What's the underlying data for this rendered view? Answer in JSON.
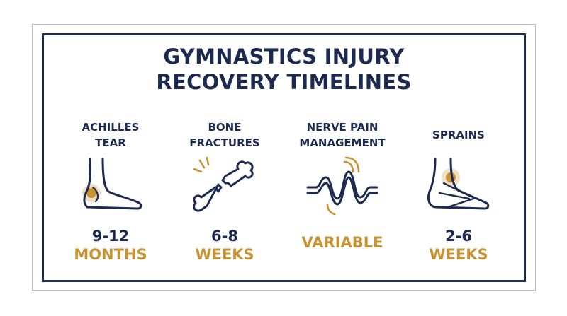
{
  "title": {
    "line1": "GYMNASTICS INJURY",
    "line2": "RECOVERY TIMELINES"
  },
  "colors": {
    "navy": "#1b2a4e",
    "gold": "#c89433"
  },
  "injuries": [
    {
      "label_line1": "ACHILLES",
      "label_line2": "TEAR",
      "icon": "foot-achilles-icon",
      "value_number": "9-12",
      "value_unit": "MONTHS"
    },
    {
      "label_line1": "BONE",
      "label_line2": "FRACTURES",
      "icon": "broken-bone-icon",
      "value_number": "6-8",
      "value_unit": "WEEKS"
    },
    {
      "label_line1": "NERVE PAIN",
      "label_line2": "MANAGEMENT",
      "icon": "nerve-wave-icon",
      "value_number": "",
      "value_unit": "VARIABLE"
    },
    {
      "label_line1": "SPRAINS",
      "label_line2": "",
      "icon": "ankle-sprain-icon",
      "value_number": "2-6",
      "value_unit": "WEEKS"
    }
  ]
}
